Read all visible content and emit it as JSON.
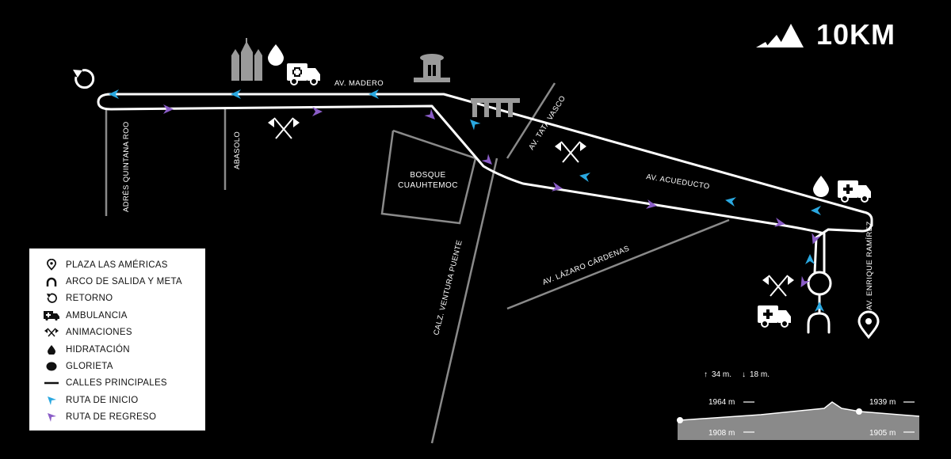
{
  "brand": {
    "title": "10KM",
    "logo": "three-stripes-logo-icon"
  },
  "streets": {
    "madero": "AV. MADERO",
    "acueducto": "AV. ACUEDUCTO",
    "tata_vasco": "AV. TATA VASCO",
    "lazaro": "AV. LÁZARO CÁRDENAS",
    "ventura": "CALZ. VENTURA PUENTE",
    "quintana": "ADRÉS QUINTANA ROO",
    "abasolo": "ABASOLO",
    "enrique": "AV. ENRIQUE RAMÍREZ"
  },
  "park": {
    "line1": "BOSQUE",
    "line2": "CUAUHTEMOC"
  },
  "legend": {
    "items": [
      {
        "icon": "location-pin-icon",
        "label": "PLAZA LAS AMÉRICAS"
      },
      {
        "icon": "arch-icon",
        "label": "ARCO DE SALIDA Y META"
      },
      {
        "icon": "return-arrow-icon",
        "label": "RETORNO"
      },
      {
        "icon": "ambulance-icon",
        "label": "AMBULANCIA"
      },
      {
        "icon": "flags-icon",
        "label": "ANIMACIONES"
      },
      {
        "icon": "water-drop-icon",
        "label": "HIDRATACIÓN"
      },
      {
        "icon": "roundabout-dot-icon",
        "label": "GLORIETA"
      },
      {
        "icon": "line-icon",
        "label": "CALLES PRINCIPALES"
      },
      {
        "icon": "cyan-arrow-icon",
        "label": "RUTA DE INICIO"
      },
      {
        "icon": "purple-arrow-icon",
        "label": "RUTA DE REGRESO"
      }
    ]
  },
  "elevation": {
    "gain": "34 m.",
    "loss": "18 m.",
    "max_left": "1964 m",
    "max_right": "1939 m",
    "min_left": "1908 m",
    "min_right": "1905 m"
  },
  "colors": {
    "route_start": "#2aa8e0",
    "route_return": "#8a5cc7",
    "street": "#888888",
    "route": "#ffffff"
  }
}
